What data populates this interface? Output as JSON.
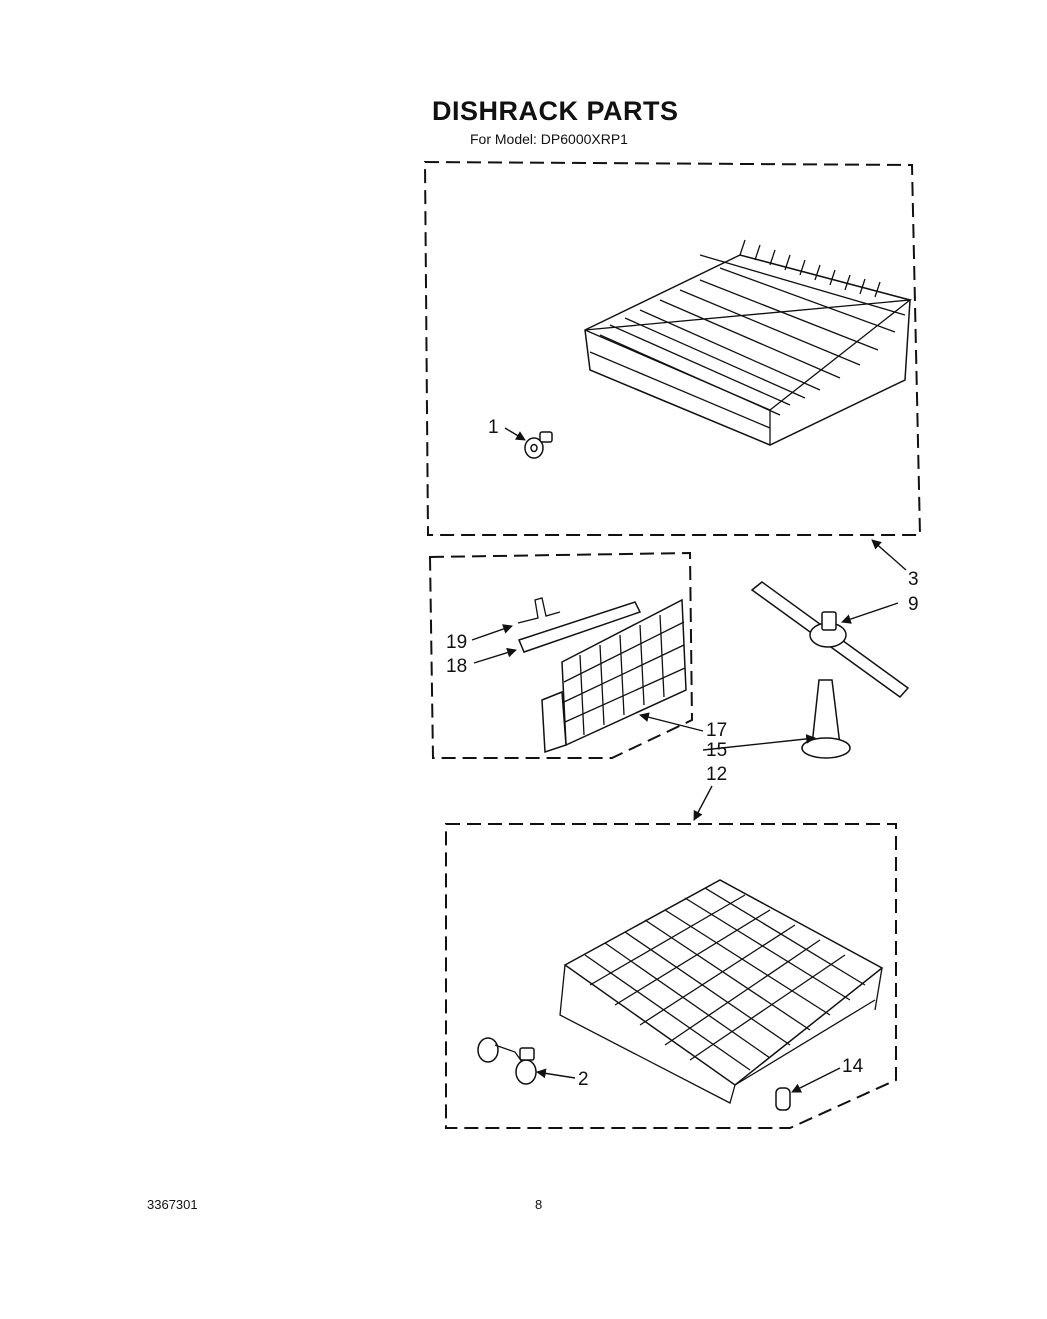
{
  "header": {
    "title": "DISHRACK PARTS",
    "model_line": "For Model: DP6000XRP1"
  },
  "footer": {
    "doc_number": "3367301",
    "page_number": "8"
  },
  "callouts": {
    "c1": "1",
    "c2": "2",
    "c3": "3",
    "c9": "9",
    "c12": "12",
    "c14": "14",
    "c15": "15",
    "c17": "17",
    "c18": "18",
    "c19": "19"
  }
}
